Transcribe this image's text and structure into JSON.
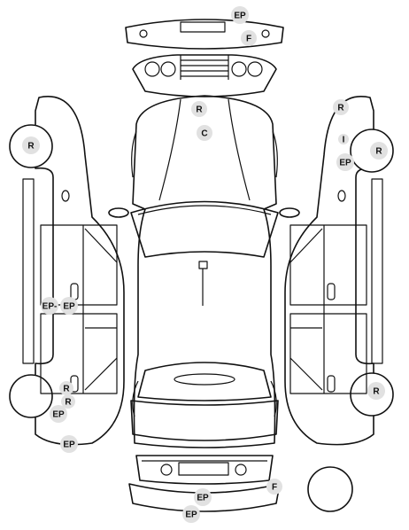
{
  "diagram": {
    "markers": [
      {
        "id": "front-bumper-top-ep",
        "label": "EP",
        "kind": "ep"
      },
      {
        "id": "front-bumper-f",
        "label": "F",
        "kind": "single"
      },
      {
        "id": "hood-r",
        "label": "R",
        "kind": "single"
      },
      {
        "id": "hood-c",
        "label": "C",
        "kind": "single"
      },
      {
        "id": "right-front-door-r",
        "label": "R",
        "kind": "single"
      },
      {
        "id": "right-front-i",
        "label": "I",
        "kind": "small"
      },
      {
        "id": "right-front-ep",
        "label": "EP",
        "kind": "ep"
      },
      {
        "id": "right-front-wheel-r",
        "label": "R",
        "kind": "single"
      },
      {
        "id": "right-rear-wheel-r",
        "label": "R",
        "kind": "single"
      },
      {
        "id": "left-front-wheel-r",
        "label": "R",
        "kind": "single"
      },
      {
        "id": "left-sill-ep-1",
        "label": "EP-",
        "kind": "ep"
      },
      {
        "id": "left-sill-ep-2",
        "label": "EP",
        "kind": "ep"
      },
      {
        "id": "left-rear-r-1",
        "label": "R",
        "kind": "single"
      },
      {
        "id": "left-rear-r-2",
        "label": "R",
        "kind": "single"
      },
      {
        "id": "left-rear-ep-1",
        "label": "EP",
        "kind": "ep"
      },
      {
        "id": "left-rear-ep-2",
        "label": "EP",
        "kind": "ep"
      },
      {
        "id": "rear-bumper-f",
        "label": "F",
        "kind": "single"
      },
      {
        "id": "rear-bumper-ep-1",
        "label": "EP",
        "kind": "ep"
      },
      {
        "id": "rear-bumper-ep-2",
        "label": "EP",
        "kind": "ep"
      }
    ]
  }
}
